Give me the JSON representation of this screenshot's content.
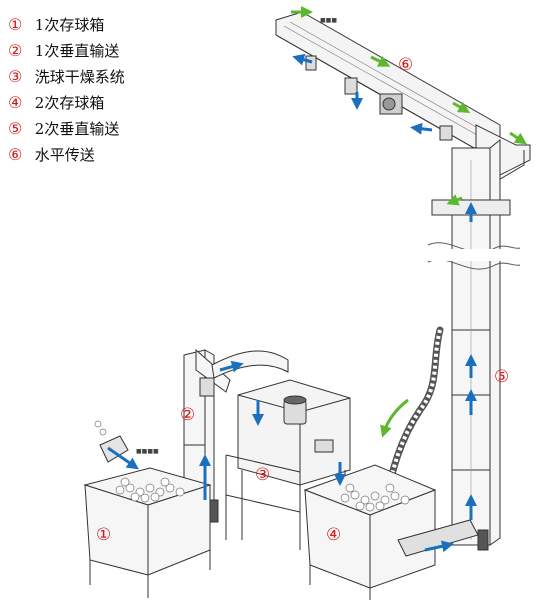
{
  "legend": [
    {
      "num": "①",
      "label": "1次存球箱"
    },
    {
      "num": "②",
      "label": "1次垂直输送"
    },
    {
      "num": "③",
      "label": "洗球干燥系统"
    },
    {
      "num": "④",
      "label": "2次存球箱"
    },
    {
      "num": "⑤",
      "label": "2次垂直输送"
    },
    {
      "num": "⑥",
      "label": "水平传送"
    }
  ],
  "callouts": {
    "c1": "①",
    "c2": "②",
    "c3": "③",
    "c4": "④",
    "c5": "⑤",
    "c6": "⑥"
  },
  "colors": {
    "callout_red": "#d21b1b",
    "flow_blue": "#1a6fbf",
    "flow_green": "#5cb82e",
    "line": "#333333"
  }
}
